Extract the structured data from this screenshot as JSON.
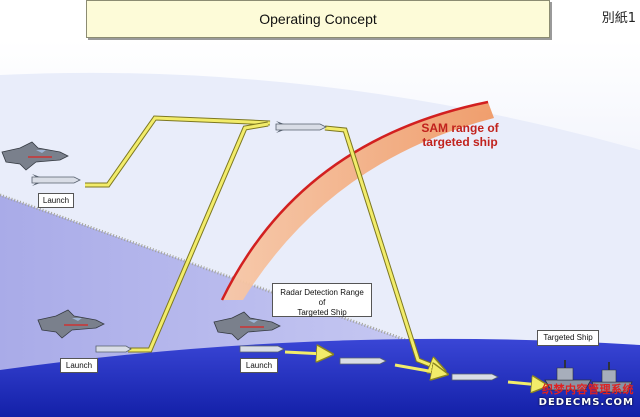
{
  "title": "Operating Concept",
  "ref_tag": "別紙1",
  "labels": {
    "launch_air": "Launch",
    "launch_left": "Launch",
    "launch_center": "Launch",
    "radar_line1": "Radar Detection Range of",
    "radar_line2": "Targeted Ship",
    "targeted_ship": "Targeted Ship",
    "sam_line1": "SAM range of",
    "sam_line2": "targeted ship"
  },
  "watermark": {
    "line1": "织梦内容管理系统",
    "line2": "DEDECMS.COM"
  },
  "colors": {
    "sea_dark": "#1f2fbf",
    "radar_zone": "#b4b4ee",
    "sky": "#e6eaf8",
    "flight_path": "#f2ec6a",
    "sam_band": "#f2a678",
    "sam_edge": "#d22020",
    "sam_text": "#c1221d"
  },
  "icons": [
    "fighter-jet-icon",
    "missile-icon",
    "warship-icon",
    "arrow-icon"
  ]
}
